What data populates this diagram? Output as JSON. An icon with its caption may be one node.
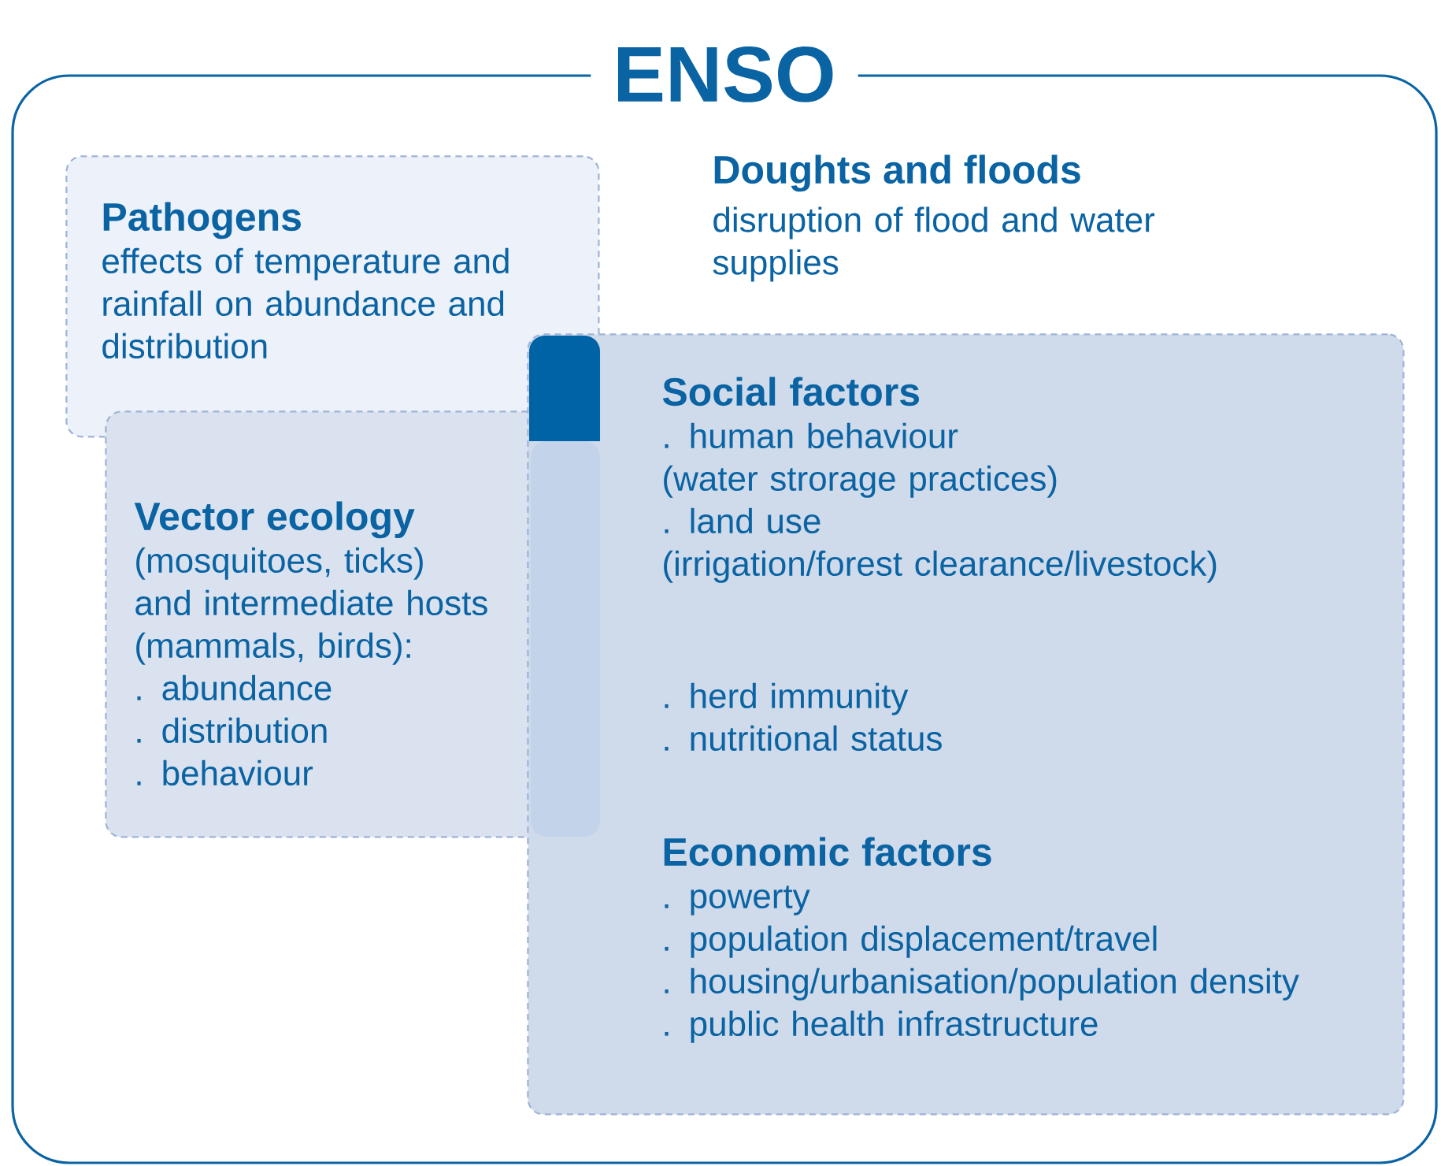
{
  "diagram": {
    "nodes": [
      {
        "text": [
          "ENSO"
        ]
      },
      {
        "text": [
          "Pathogens",
          "effects of temperature and rainfall on abundance and distribution"
        ],
        "in": 0
      },
      {
        "text": [
          "Vector ecology",
          "(mosquitoes, ticks) and intermediate hosts (mammals, birds):",
          ". abundance",
          ". distribution",
          ". behaviour"
        ],
        "in": 0
      },
      {
        "text": [
          "Social factors",
          ". human behaviour",
          "(water strorage practices)",
          ". land use",
          "(irrigation/forest clearance/livestock)",
          ". herd immunity",
          ". nutritional status",
          "Economic factors",
          ". powerty",
          ". population displacement/travel",
          ". housing/urbanisation/population density",
          ". public health infrastructure"
        ],
        "in": 0
      }
    ],
    "labels": [
      "Doughts and floods",
      "disruption of flood and water supplies"
    ]
  }
}
